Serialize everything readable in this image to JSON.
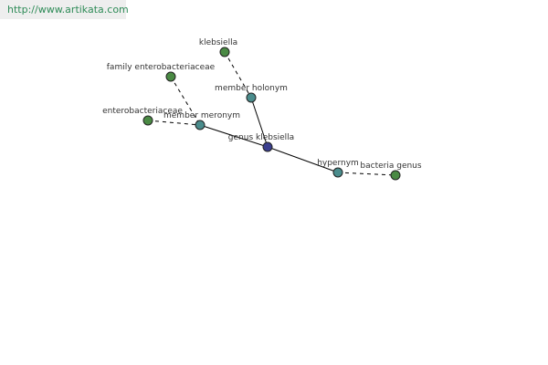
{
  "watermark": "http://www.artikata.com",
  "colors": {
    "leaf": "#4a8a44",
    "relation": "#4a8c8c",
    "center": "#3b3f8f"
  },
  "nodes": [
    {
      "id": "klebsiella",
      "label": "klebsiella",
      "kind": "leaf"
    },
    {
      "id": "family_entero",
      "label": "family enterobacteriaceae",
      "kind": "leaf"
    },
    {
      "id": "member_holonym",
      "label": "member holonym",
      "kind": "relation"
    },
    {
      "id": "enterobacteriaceae",
      "label": "enterobacteriaceae",
      "kind": "leaf"
    },
    {
      "id": "member_meronym",
      "label": "member meronym",
      "kind": "relation"
    },
    {
      "id": "genus_klebsiella",
      "label": "genus klebsiella",
      "kind": "center"
    },
    {
      "id": "hypernym",
      "label": "hypernym",
      "kind": "relation"
    },
    {
      "id": "bacteria_genus",
      "label": "bacteria genus",
      "kind": "leaf"
    }
  ],
  "edges": [
    {
      "from": "klebsiella",
      "to": "member_holonym",
      "style": "dashed"
    },
    {
      "from": "family_entero",
      "to": "member_meronym",
      "style": "dashed"
    },
    {
      "from": "enterobacteriaceae",
      "to": "member_meronym",
      "style": "dashed"
    },
    {
      "from": "member_holonym",
      "to": "genus_klebsiella",
      "style": "solid"
    },
    {
      "from": "member_meronym",
      "to": "genus_klebsiella",
      "style": "solid"
    },
    {
      "from": "genus_klebsiella",
      "to": "hypernym",
      "style": "solid"
    },
    {
      "from": "hypernym",
      "to": "bacteria_genus",
      "style": "dashed"
    }
  ]
}
